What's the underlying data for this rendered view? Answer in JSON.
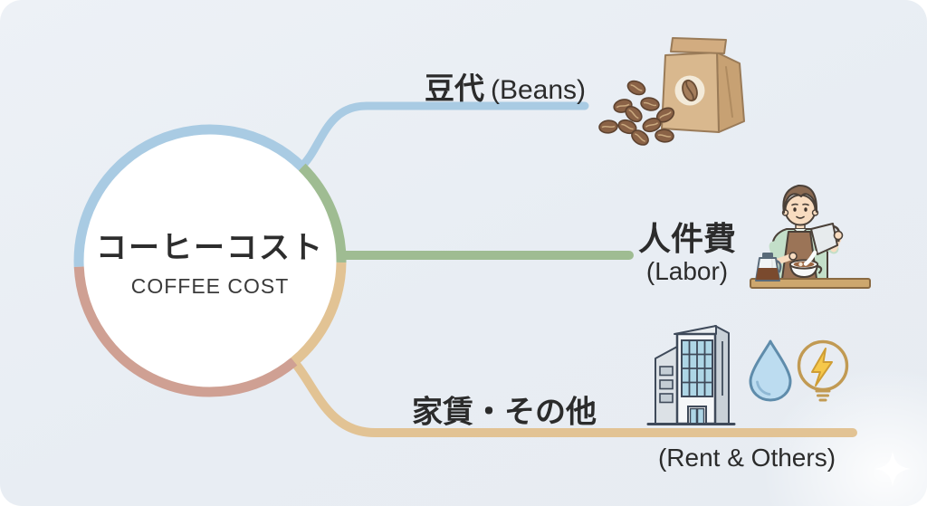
{
  "diagram": {
    "background_color": "#e9eef4",
    "text_color": "#2b2b2b",
    "center": {
      "title_ja": "コーヒーコスト",
      "title_en": "COFFEE COST"
    },
    "branches": {
      "beans": {
        "label_ja": "豆代",
        "label_en": "(Beans)",
        "color": "#a9cbe3",
        "icons": [
          "coffee-bag",
          "coffee-beans"
        ]
      },
      "labor": {
        "label_ja": "人件費",
        "label_en": "(Labor)",
        "color": "#9fbc92",
        "icons": [
          "barista-pouring-latte"
        ]
      },
      "rent": {
        "label_ja": "家賃・その他",
        "label_en": "(Rent & Others)",
        "color": "#e2c394",
        "icons": [
          "office-building",
          "water-drop",
          "lightbulb"
        ]
      }
    },
    "ring": {
      "beans": "#a9cbe3",
      "labor": "#9fbc92",
      "rent": "#e2c394",
      "other": "#cfa093"
    }
  }
}
